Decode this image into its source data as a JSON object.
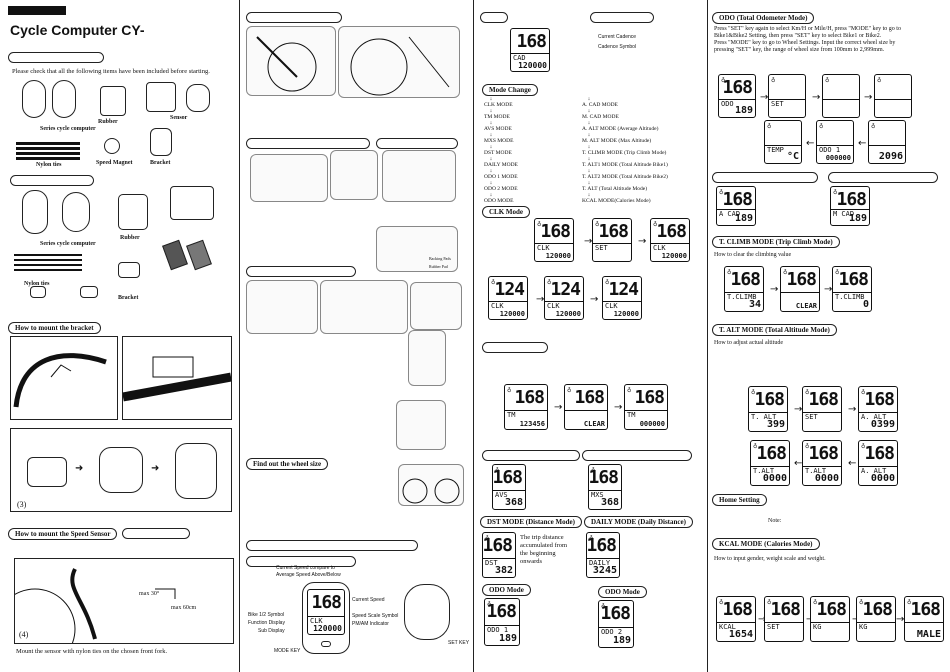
{
  "brand_bar": "",
  "title": "Cycle Computer CY-",
  "col1": {
    "intro": "Please check that all the following items have been included before starting.",
    "labels": {
      "rubber1": "Rubber",
      "sensor": "Sensor",
      "series1": "Series  cycle computer",
      "nylon1": "Nylon ties",
      "magnet": "Speed Magnet",
      "bracket1": "Bracket",
      "series2": "Series  cycle computer",
      "rubber2": "Rubber",
      "nylon2": "Nylon ties",
      "bracket2": "Bracket"
    },
    "h_bracket": "How to mount the bracket",
    "step3": "(3)",
    "h_sensor": "How to mount the Speed Sensor",
    "step4": "(4)",
    "angle1": "max 30°",
    "gap": "max 60cm",
    "footer": "Mount the sensor with nylon ties on the chosen front fork."
  },
  "col2": {
    "h_wheel": "Find out the wheel size",
    "legend": {
      "l1": "Current Speed compare to",
      "l2": "Average Speed Above/Below",
      "l3": "Current Speed",
      "l4": "Bike 1/2 Symbol",
      "l5": "Function Display",
      "l6": "Sub Display",
      "l7": "Speed Scale Symbol",
      "l8": "PM/AM Indicator",
      "mode_key": "MODE KEY",
      "set_key": "SET KEY"
    },
    "pad1": "Backing Pads",
    "pad2": "Rubber Pad",
    "lcd": {
      "big": "168",
      "fn": "CLK",
      "sub": "120000"
    }
  },
  "col3": {
    "cadence1": "Current Cadence",
    "cadence2": "Cadence Symbol",
    "h_mode": "Mode Change",
    "modes_left": [
      "CLK MODE",
      "TM MODE",
      "AVS MODE",
      "MXS MODE",
      "DST MODE",
      "DAILY MODE",
      "ODO 1 MODE",
      "ODO 2 MODE",
      "ODO  MODE"
    ],
    "modes_right": [
      "A. CAD MODE",
      "M. CAD MODE",
      "A. ALT MODE (Average Altitude)",
      "M. ALT MODE (Max Altitude)",
      "T. CLIMB MODE (Trip Climb Mode)",
      "T. ALT1 MODE (Total Altitude Bike1)",
      "T. ALT2 MODE (Total Altitude Bike2)",
      "T. ALT (Total Altitude Mode)",
      "KCAL MODE(Calories Mode)"
    ],
    "h_clk": "CLK Mode",
    "h_dst": "DST MODE (Distance Mode)",
    "h_daily": "DAILY MODE (Daily Distance)",
    "dst_note1": "The trip distance",
    "dst_note2": "accumulated from",
    "dst_note3": "the beginning",
    "dst_note4": "onwards",
    "h_odo1": "ODO     Mode",
    "h_odo2": "ODO     Mode",
    "lcds": {
      "cad": {
        "big": "168",
        "fn": "CAD",
        "sub": "120000"
      },
      "clk1": {
        "big": "168",
        "fn": "CLK",
        "sub": "120000"
      },
      "clk2": {
        "big": "168",
        "fn": "SET",
        "sub": ""
      },
      "clk3": {
        "big": "168",
        "fn": "CLK",
        "sub": "120000"
      },
      "clk4": {
        "big": "124",
        "fn": "CLK",
        "sub": "120000"
      },
      "clk5": {
        "big": "124",
        "fn": "CLK",
        "sub": "120000"
      },
      "clk6": {
        "big": "124",
        "fn": "CLK",
        "sub": "120000"
      },
      "tm1": {
        "big": "168",
        "fn": "TM",
        "sub": "123456"
      },
      "tm2": {
        "big": "168",
        "fn": "",
        "sub": "CLEAR"
      },
      "tm3": {
        "big": "168",
        "fn": "TM",
        "sub": "000000"
      },
      "avs": {
        "big": "168",
        "fn": "AVS",
        "sub": "368"
      },
      "mxs": {
        "big": "168",
        "fn": "MXS",
        "sub": "368"
      },
      "dst": {
        "big": "168",
        "fn": "DST",
        "sub": "382"
      },
      "daily": {
        "big": "168",
        "fn": "DAILY",
        "sub": "3245"
      },
      "odo1": {
        "big": "168",
        "fn": "ODO 1",
        "sub": "189"
      },
      "odo2": {
        "big": "168",
        "fn": "ODO 2",
        "sub": "189"
      }
    }
  },
  "col4": {
    "h_odo": "ODO  (Total Odometer Mode)",
    "odo_text": [
      "Press \"SET\" key again to select Km/H or Mile/H, press \"MODE\" key to go to",
      "Bike1&Bike2 Setting, then press \"SET\" key to select Bike1 or Bike2.",
      "Press \"MODE\" key to go to Wheel Settings. Input the correct wheel size by",
      "pressing \"SET\" key, the range of wheel size from 100mm to 2,999mm."
    ],
    "h_tclimb": "T. CLIMB MODE (Trip Climb Mode)",
    "tclimb_note": "How to clear the climbing value",
    "h_talt": "T. ALT MODE (Total Altitude Mode)",
    "talt_note": "How to adjust actual altitude",
    "h_home": "Home Setting",
    "note": "Note:",
    "h_kcal": "KCAL MODE (Calories Mode)",
    "kcal_note": "How to input gender, weight scale and weight.",
    "lcds": {
      "odoA": {
        "big": "168",
        "fn": "ODO",
        "sub": "189"
      },
      "odoB": {
        "big": "",
        "fn": "SET",
        "sub": ""
      },
      "odoC": {
        "big": "",
        "fn": "",
        "sub": ""
      },
      "odoD": {
        "big": "",
        "fn": "",
        "sub": ""
      },
      "odoE": {
        "big": "",
        "fn": "TEMP",
        "sub": "°C"
      },
      "odoF": {
        "big": "",
        "fn": "ODO 1",
        "sub": "000000"
      },
      "odoG": {
        "big": "",
        "fn": "",
        "sub": "2096"
      },
      "acad": {
        "big": "168",
        "fn": "A CAD",
        "sub": "189"
      },
      "mcad": {
        "big": "168",
        "fn": "M CAD",
        "sub": "189"
      },
      "tc1": {
        "big": "168",
        "fn": "T.CLIMB",
        "sub": "34"
      },
      "tc2": {
        "big": "168",
        "fn": "",
        "sub": "CLEAR"
      },
      "tc3": {
        "big": "168",
        "fn": "T.CLIMB",
        "sub": "0"
      },
      "ta1": {
        "big": "168",
        "fn": "T. ALT",
        "sub": "399"
      },
      "ta2": {
        "big": "168",
        "fn": "SET",
        "sub": ""
      },
      "ta3": {
        "big": "168",
        "fn": "A. ALT",
        "sub": "0399"
      },
      "ta4": {
        "big": "168",
        "fn": "T.ALT",
        "sub": "0000"
      },
      "ta5": {
        "big": "168",
        "fn": "T.ALT",
        "sub": "0000"
      },
      "ta6": {
        "big": "168",
        "fn": "A. ALT",
        "sub": "0000"
      },
      "k1": {
        "big": "168",
        "fn": "KCAL",
        "sub": "1654"
      },
      "k2": {
        "big": "168",
        "fn": "SET",
        "sub": ""
      },
      "k3": {
        "big": "168",
        "fn": "KG",
        "sub": ""
      },
      "k4": {
        "big": "168",
        "fn": "KG",
        "sub": ""
      },
      "k5": {
        "big": "168",
        "fn": "",
        "sub": "MALE"
      }
    }
  }
}
